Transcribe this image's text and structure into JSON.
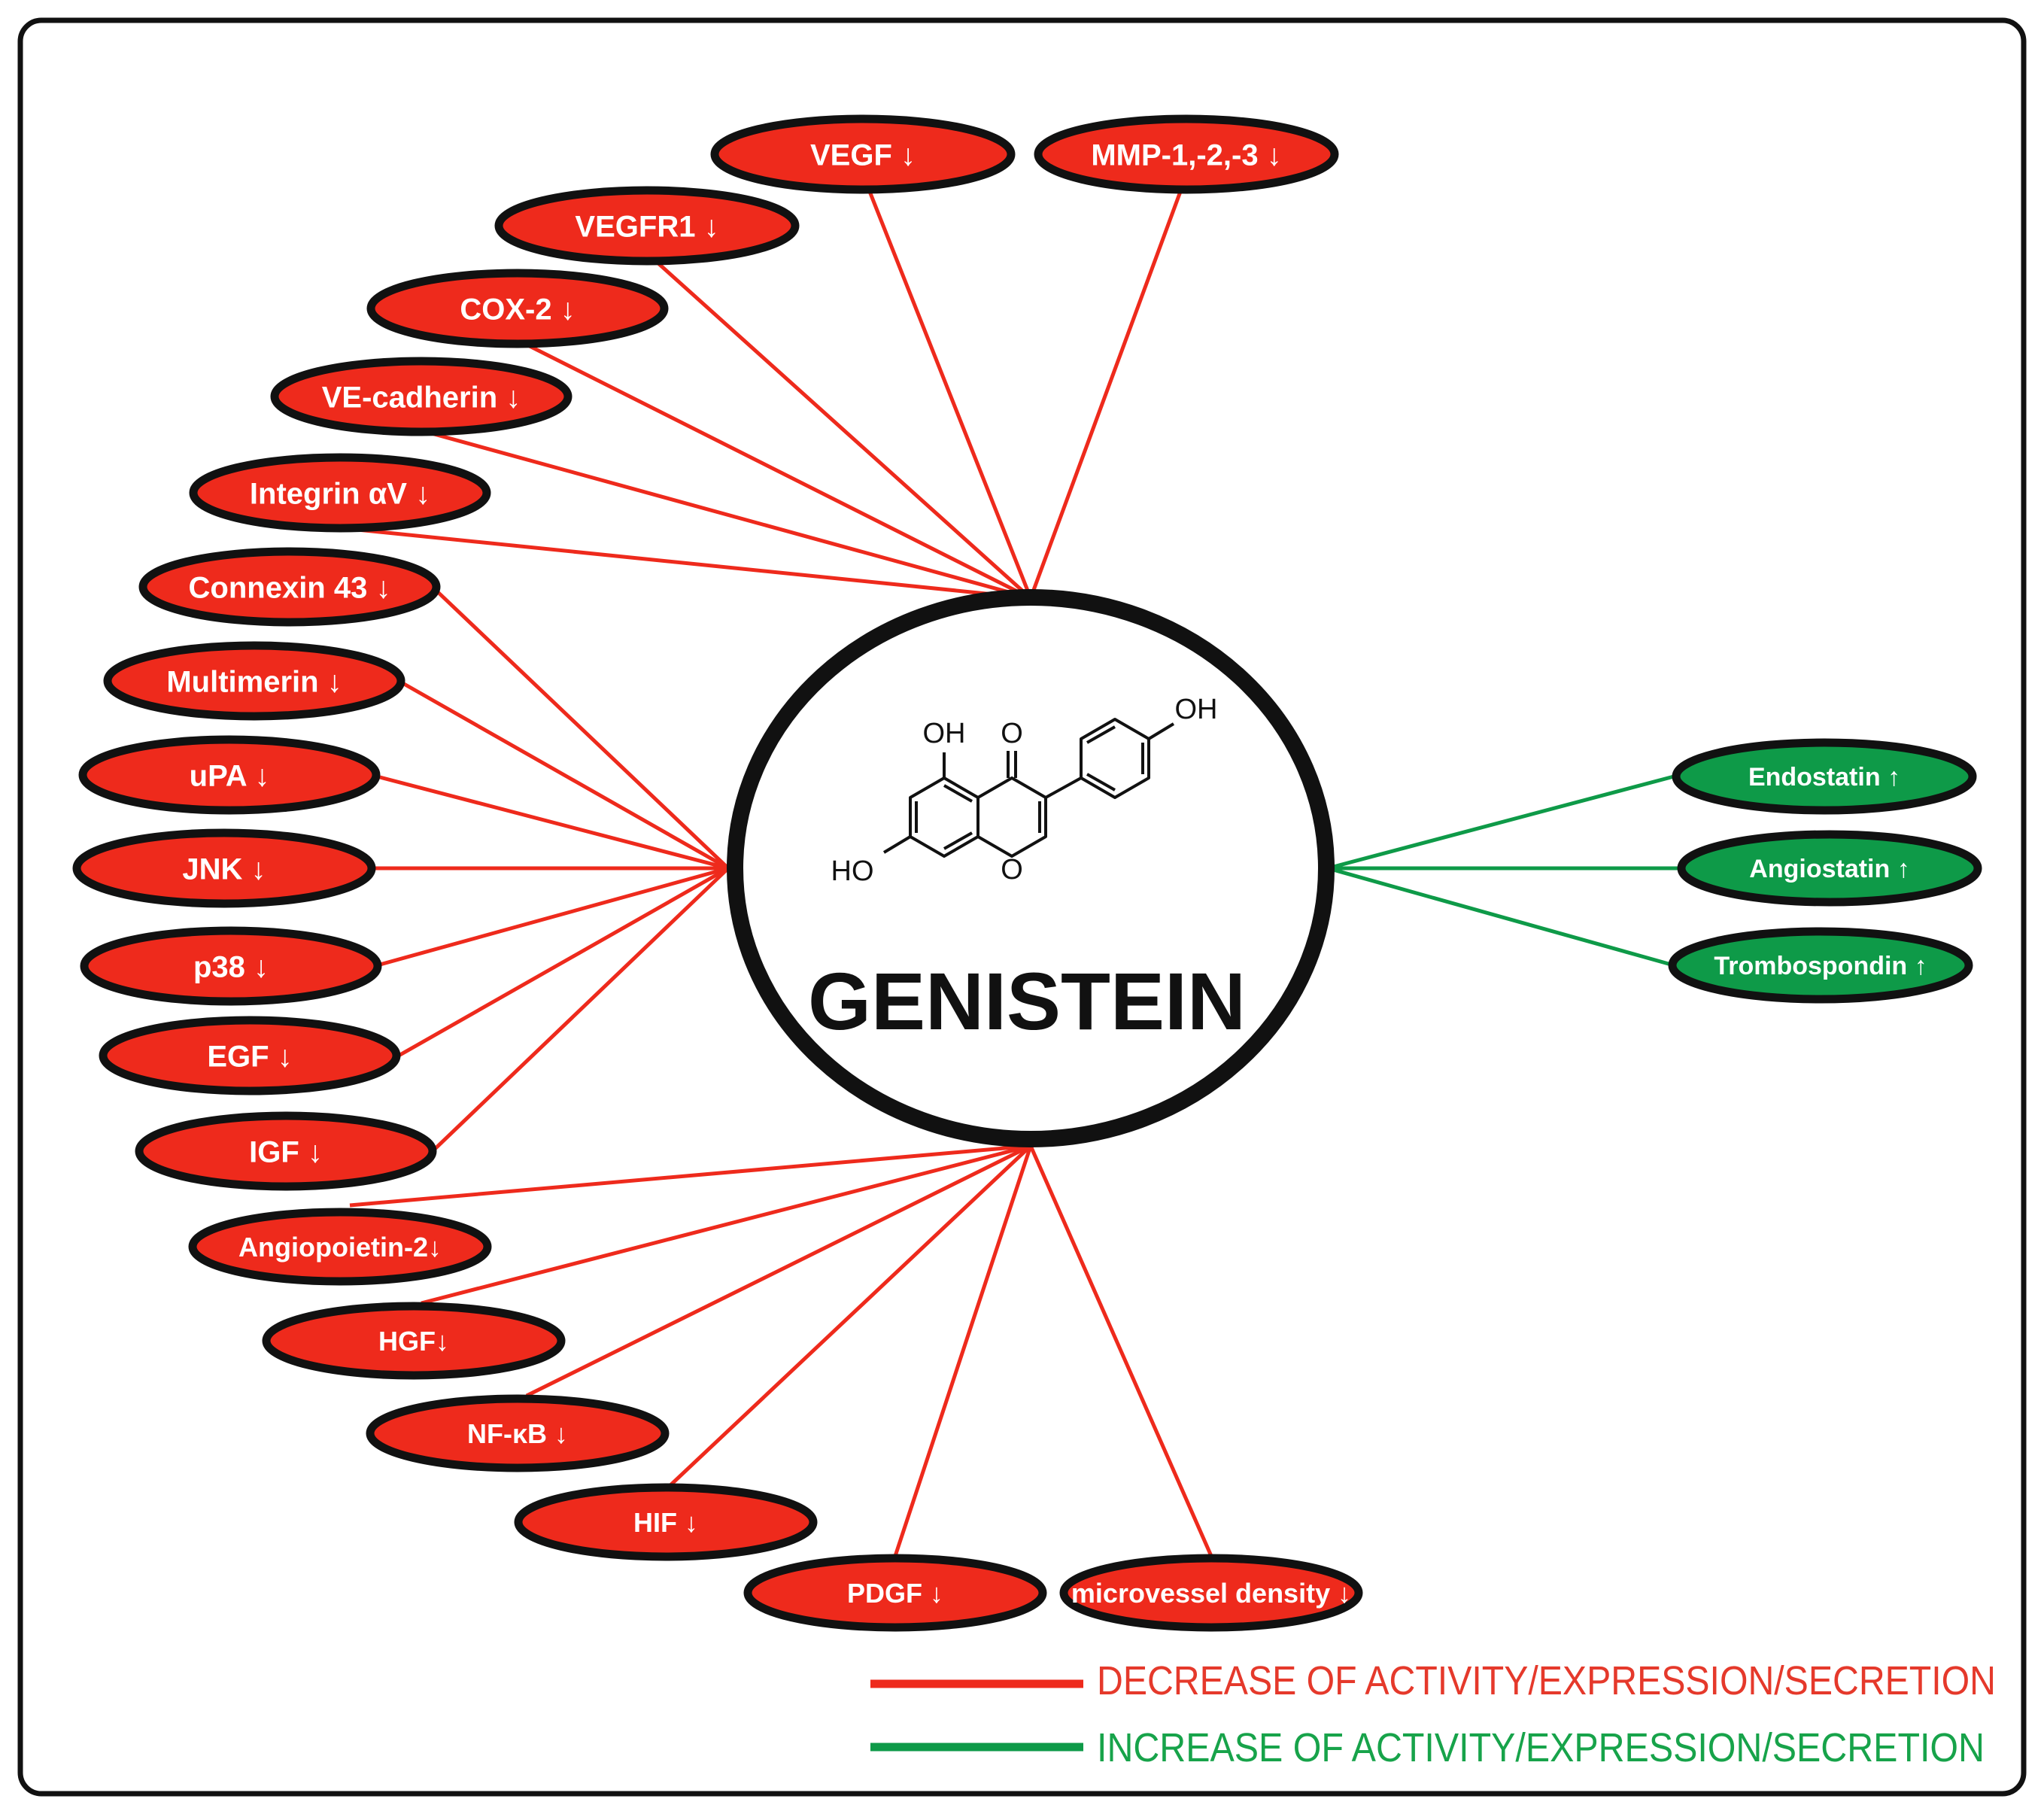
{
  "center": {
    "title": "GENISTEIN",
    "structure": {
      "oh_top_left": "OH",
      "carbonyl": "O",
      "oh_right": "OH",
      "ho_left": "HO",
      "ring_oxygen": "O"
    }
  },
  "decrease_nodes": [
    {
      "label": "VEGF ↓"
    },
    {
      "label": "MMP-1,-2,-3 ↓"
    },
    {
      "label": "VEGFR1 ↓"
    },
    {
      "label": "COX-2 ↓"
    },
    {
      "label": "VE-cadherin ↓"
    },
    {
      "label": "Integrin αV ↓"
    },
    {
      "label": "Connexin 43 ↓"
    },
    {
      "label": "Multimerin ↓"
    },
    {
      "label": "uPA ↓"
    },
    {
      "label": "JNK ↓"
    },
    {
      "label": "p38 ↓"
    },
    {
      "label": "EGF ↓"
    },
    {
      "label": "IGF ↓"
    },
    {
      "label": "Angiopoietin-2↓"
    },
    {
      "label": "HGF↓"
    },
    {
      "label": "NF-κB ↓"
    },
    {
      "label": "HIF ↓"
    },
    {
      "label": "PDGF ↓"
    },
    {
      "label": "microvessel density ↓"
    }
  ],
  "increase_nodes": [
    {
      "label": "Endostatin ↑"
    },
    {
      "label": "Angiostatin ↑"
    },
    {
      "label": "Trombospondin ↑"
    }
  ],
  "legend": {
    "decrease": "DECREASE OF ACTIVITY/EXPRESSION/SECRETION",
    "increase": "INCREASE OF ACTIVITY/EXPRESSION/SECRETION"
  },
  "colors": {
    "decrease": "#ee2a1c",
    "increase": "#0e9a48",
    "border": "#111111",
    "legend_decrease_text": "#e5392b",
    "legend_increase_text": "#17a34a"
  }
}
